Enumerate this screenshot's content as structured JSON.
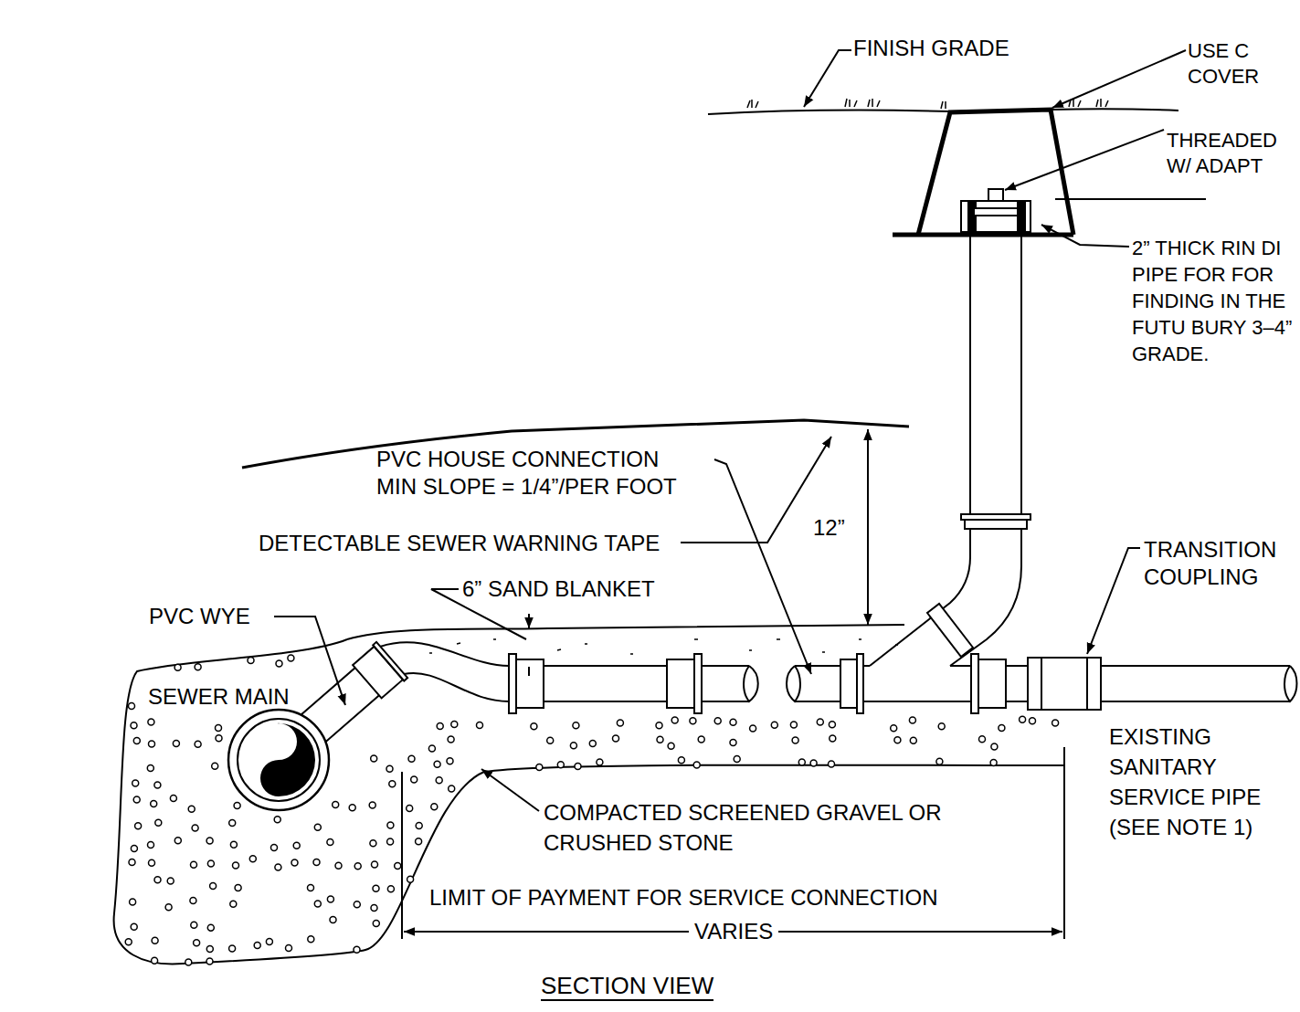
{
  "diagram": {
    "caption": "SECTION VIEW",
    "labels": [
      "FINISH GRADE",
      "USE C COVER",
      "THREADED W/ ADAPT",
      "2” THICK RIN DI PIPE FOR FOR FINDING IN THE FUTU BURY 3–4” GRADE.",
      "PVC HOUSE CONNECTION MIN SLOPE = 1/4”/PER FOOT",
      "DETECTABLE SEWER WARNING TAPE",
      "12”",
      "TRANSITION COUPLING",
      "6” SAND BLANKET",
      "PVC WYE",
      "SEWER MAIN",
      "EXISTING SANITARY SERVICE PIPE (SEE NOTE 1)",
      "COMPACTED SCREENED GRAVEL OR CRUSHED STONE",
      "LIMIT OF PAYMENT FOR SERVICE CONNECTION",
      "VARIES"
    ]
  }
}
